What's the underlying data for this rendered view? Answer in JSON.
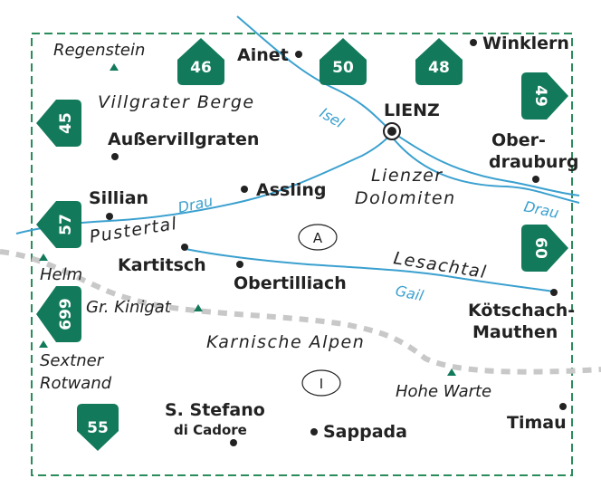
{
  "colors": {
    "border": "#2a8c5a",
    "badge": "#127a5a",
    "river": "#3aa0cf",
    "boundary": "#c8c8c8",
    "text": "#222222"
  },
  "towns": {
    "ainet": "Ainet",
    "winklern": "Winklern",
    "lienz": "LIENZ",
    "ausservillgraten": "Außervillgraten",
    "oberdrauburg_1": "Ober-",
    "oberdrauburg_2": "drauburg",
    "sillian": "Sillian",
    "assling": "Assling",
    "kartitsch": "Kartitsch",
    "obertilliach": "Obertilliach",
    "koetschach_1": "Kötschach-",
    "koetschach_2": "Mauthen",
    "stefano_1": "S. Stefano",
    "stefano_2": "di Cadore",
    "sappada": "Sappada",
    "timau": "Timau"
  },
  "regions": {
    "villgrater": "Villgrater Berge",
    "lienzer_1": "Lienzer",
    "lienzer_2": "Dolomiten",
    "pustertal": "Pustertal",
    "lesachtal": "Lesachtal",
    "karnische": "Karnische Alpen"
  },
  "peaks": {
    "regenstein": "Regenstein",
    "helm": "Helm",
    "kinigat": "Gr. Kinigat",
    "sextner_1": "Sextner",
    "sextner_2": "Rotwand",
    "hohe_warte": "Hohe Warte"
  },
  "rivers": {
    "isel": "Isel",
    "drau_west": "Drau",
    "drau_east": "Drau",
    "gail": "Gail"
  },
  "countries": {
    "austria": "A",
    "italy": "I"
  },
  "adjacent_sheets": [
    "46",
    "50",
    "48",
    "49",
    "45",
    "57",
    "60",
    "699",
    "55"
  ]
}
